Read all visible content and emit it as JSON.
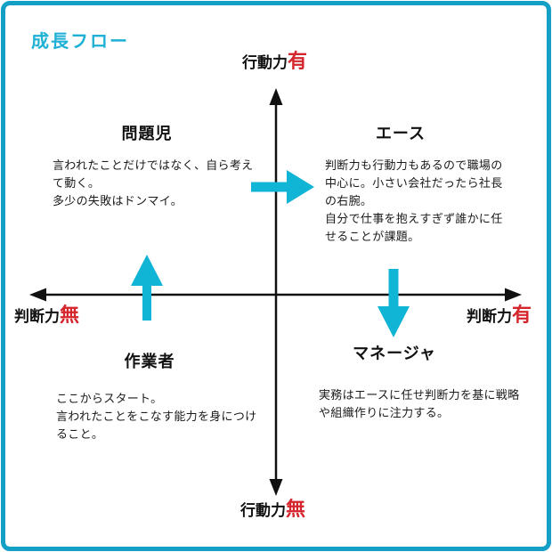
{
  "title": "成長フロー",
  "colors": {
    "accent_cyan": "#10b5d6",
    "border_cyan": "#149fc6",
    "title_cyan": "#1fb0d6",
    "label_red": "#d4262c",
    "text_black": "#111111"
  },
  "axis_labels": {
    "top": {
      "name": "行動力",
      "level": "有"
    },
    "bottom": {
      "name": "行動力",
      "level": "無"
    },
    "left": {
      "name": "判断力",
      "level": "無"
    },
    "right": {
      "name": "判断力",
      "level": "有"
    }
  },
  "quadrants": {
    "top_left": {
      "title": "問題児",
      "body": "言われたことだけではなく、自ら考え\nて動く。\n多少の失敗はドンマイ。"
    },
    "top_right": {
      "title": "エース",
      "body": "判断力も行動力もあるので職場の\n中心に。小さい会社だったら社長\nの右腕。\n自分で仕事を抱えすぎず誰かに任\nせることが課題。"
    },
    "bottom_left": {
      "title": "作業者",
      "body": "ここからスタート。\n言われたことをこなす能力を身につけ\nること。"
    },
    "bottom_right": {
      "title": "マネージャ",
      "body": "実務はエースに任せ判断力を基に戦略\nや組織作りに注力する。"
    }
  },
  "flow_arrows": [
    {
      "id": "worker-to-problem-child",
      "direction": "up"
    },
    {
      "id": "problem-child-to-ace",
      "direction": "right"
    },
    {
      "id": "ace-to-manager",
      "direction": "down"
    }
  ]
}
